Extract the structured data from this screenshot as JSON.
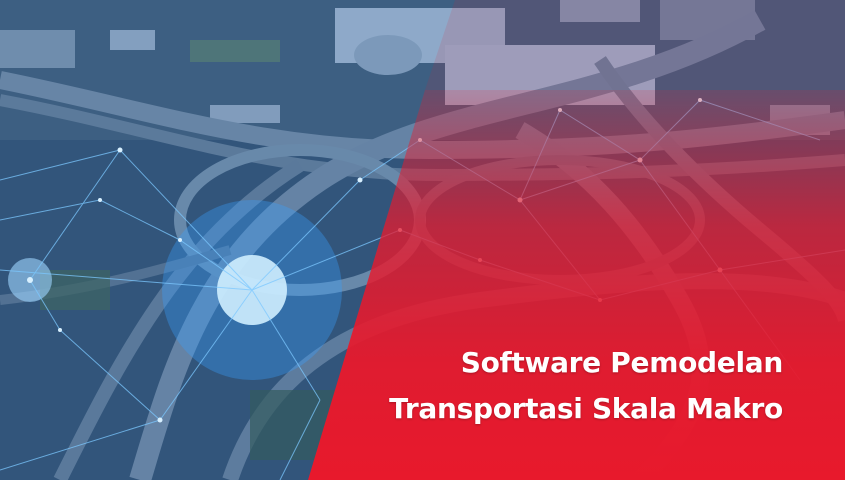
{
  "headline": {
    "line1": "Software Pemodelan",
    "line2": "Transportasi Skala Makro"
  },
  "colors": {
    "accent_red": "#e8192c",
    "network_blue": "#5ab8ff",
    "text": "#ffffff"
  },
  "imagery": {
    "background": "aerial photo of highway interchange and industrial buildings",
    "overlay": "blue glowing network mesh lines"
  }
}
